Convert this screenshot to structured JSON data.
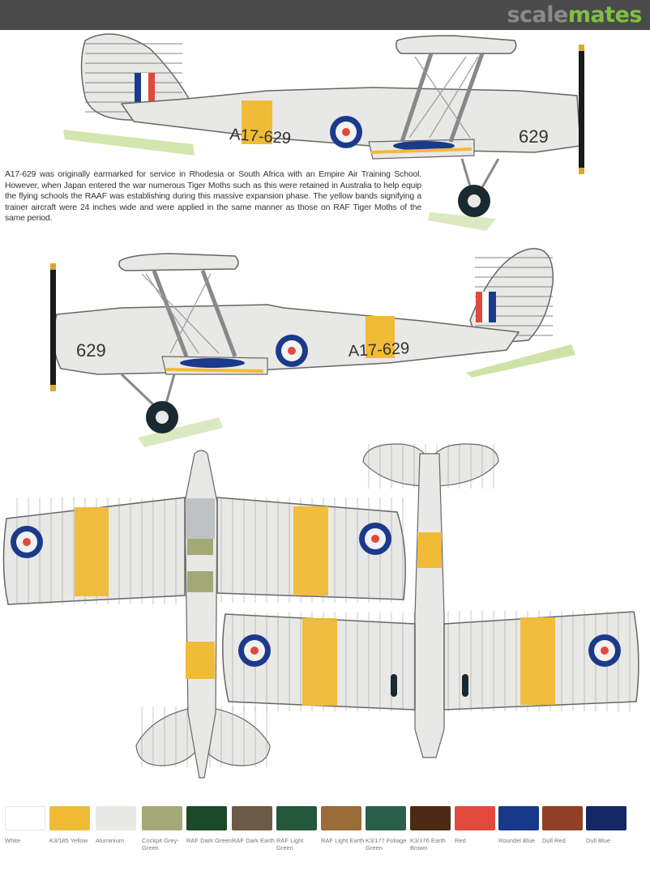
{
  "header": {
    "logo_part1": "scale",
    "logo_part2": "mates",
    "bg_color": "#4a4a4a",
    "logo_color1": "#8a8a8a",
    "logo_color2": "#7dc142"
  },
  "profiles": {
    "starboard": {
      "serial": "A17-629",
      "code": "629"
    },
    "port": {
      "serial": "A17-629",
      "code": "629"
    },
    "plan_views": [
      "upper surfaces",
      "lower surfaces"
    ]
  },
  "caption": "A17-629 was originally earmarked for service in Rhodesia or South Africa with an Empire Air Training School. However, when Japan entered the war numerous Tiger Moths such as this were retained in Australia to help equip the flying schools the RAAF was establishing during this massive expansion phase. The yellow bands signifying a trainer aircraft were 24 inches wide and were applied in the same manner as those on RAF Tiger Moths of the same period.",
  "palette": [
    {
      "label": "White",
      "color": "#ffffff"
    },
    {
      "label": "K3/185 Yellow",
      "color": "#f0bb36"
    },
    {
      "label": "Aluminium",
      "color": "#e8e9e6"
    },
    {
      "label": "Cockpit Grey-Green",
      "color": "#a3a877"
    },
    {
      "label": "RAF Dark Green",
      "color": "#1b4a2a"
    },
    {
      "label": "RAF Dark Earth",
      "color": "#6b5a45"
    },
    {
      "label": "RAF Light Green",
      "color": "#23583c"
    },
    {
      "label": "RAF Light Earth",
      "color": "#9a6d38"
    },
    {
      "label": "K3/177 Foliage Green",
      "color": "#2a604a"
    },
    {
      "label": "K3/176 Earth Brown",
      "color": "#4d2a13"
    },
    {
      "label": "Red",
      "color": "#e24a3c"
    },
    {
      "label": "Roundel Blue",
      "color": "#18398a"
    },
    {
      "label": "Dull Red",
      "color": "#8f4026"
    },
    {
      "label": "Dull Blue",
      "color": "#142866"
    }
  ]
}
